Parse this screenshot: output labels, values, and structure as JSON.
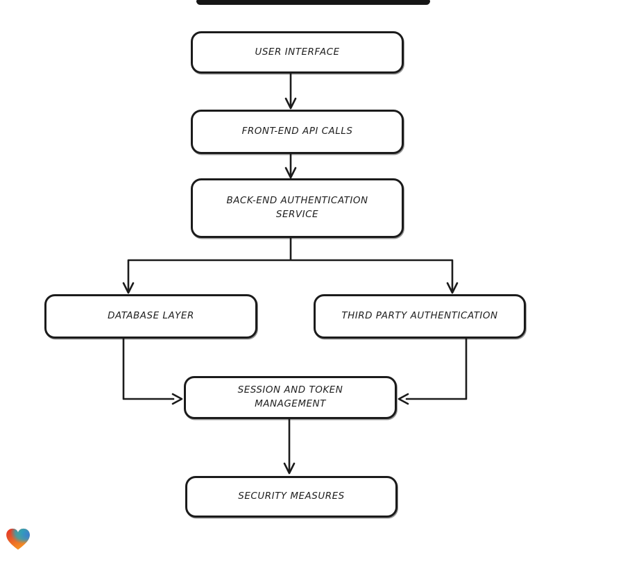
{
  "diagram": {
    "type": "flowchart",
    "style": "hand-drawn",
    "nodes": [
      {
        "id": "user-interface",
        "label": "USER INTERFACE"
      },
      {
        "id": "front-end-api-calls",
        "label": "FRONT-END API CALLS"
      },
      {
        "id": "back-end-authentication-service",
        "label": "BACK-END AUTHENTICATION SERVICE"
      },
      {
        "id": "database-layer",
        "label": "DATABASE LAYER"
      },
      {
        "id": "third-party-authentication",
        "label": "THIRD PARTY AUTHENTICATION"
      },
      {
        "id": "session-and-token-management",
        "label": "SESSION AND TOKEN MANAGEMENT"
      },
      {
        "id": "security-measures",
        "label": "SECURITY MEASURES"
      }
    ],
    "edges": [
      {
        "from": "user-interface",
        "to": "front-end-api-calls"
      },
      {
        "from": "front-end-api-calls",
        "to": "back-end-authentication-service"
      },
      {
        "from": "back-end-authentication-service",
        "to": "database-layer"
      },
      {
        "from": "back-end-authentication-service",
        "to": "third-party-authentication"
      },
      {
        "from": "database-layer",
        "to": "session-and-token-management"
      },
      {
        "from": "third-party-authentication",
        "to": "session-and-token-management"
      },
      {
        "from": "session-and-token-management",
        "to": "security-measures"
      }
    ],
    "colors": {
      "background": "#ffffff",
      "node_fill": "#ffffff",
      "stroke": "#1b1b1b",
      "text": "#1e1e1e"
    }
  },
  "logo": {
    "name": "gradient-heart",
    "colors": {
      "red": "#e93323",
      "teal": "#2aa8b8",
      "blue": "#3a7bd5",
      "orange": "#f79422"
    }
  }
}
